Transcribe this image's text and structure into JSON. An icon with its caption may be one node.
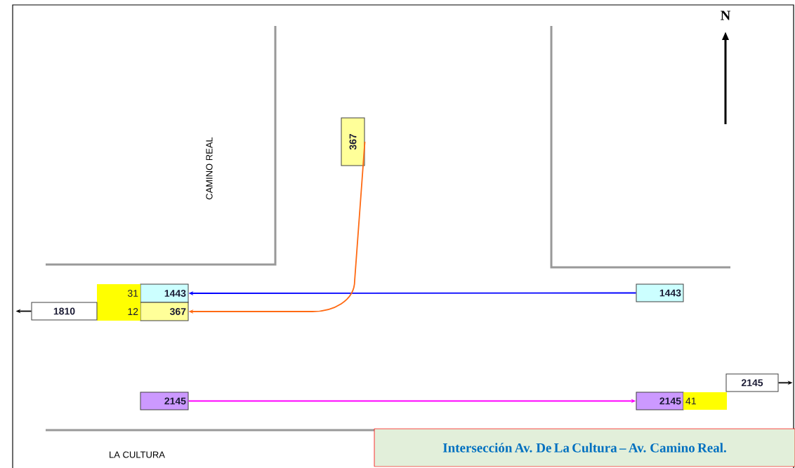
{
  "diagram": {
    "nodes": [
      {
        "text": [
          "367"
        ]
      },
      {
        "text": [
          "1443"
        ]
      },
      {
        "text": [
          "367"
        ]
      },
      {
        "text": [
          "31"
        ]
      },
      {
        "text": [
          "12"
        ]
      },
      {
        "text": [
          "1810"
        ]
      },
      {
        "text": [
          "1443"
        ]
      },
      {
        "text": [
          "2145"
        ]
      },
      {
        "text": [
          "2145"
        ]
      },
      {
        "text": [
          "41"
        ]
      },
      {
        "text": [
          "2145"
        ]
      },
      {
        "text": [
          "Intersección Av. De La Cultura – Av. Camino Real."
        ]
      }
    ],
    "edges": [
      {
        "from": 6,
        "to": 1,
        "arrow": "to",
        "color": "#0000ff"
      },
      {
        "from": 0,
        "to": 2,
        "arrow": "to",
        "color": "#ff6a13"
      },
      {
        "from": 7,
        "to": 8,
        "arrow": "to",
        "color": "#ff00ff"
      },
      {
        "from": 5,
        "to": null,
        "arrow": "to"
      },
      {
        "from": 10,
        "to": null,
        "arrow": "to"
      }
    ],
    "labels": [
      "N",
      "CAMINO REAL",
      "LA CULTURA"
    ]
  }
}
